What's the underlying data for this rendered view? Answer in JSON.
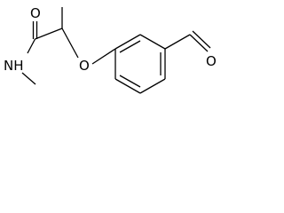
{
  "structure": {
    "type": "skeletal-formula",
    "atoms": {
      "carbonyl_oxygen_amide": "O",
      "amide_nitrogen": "NH",
      "ether_oxygen": "O",
      "aldehyde_oxygen": "O"
    },
    "bond_color": "#000000",
    "background": "#ffffff"
  }
}
